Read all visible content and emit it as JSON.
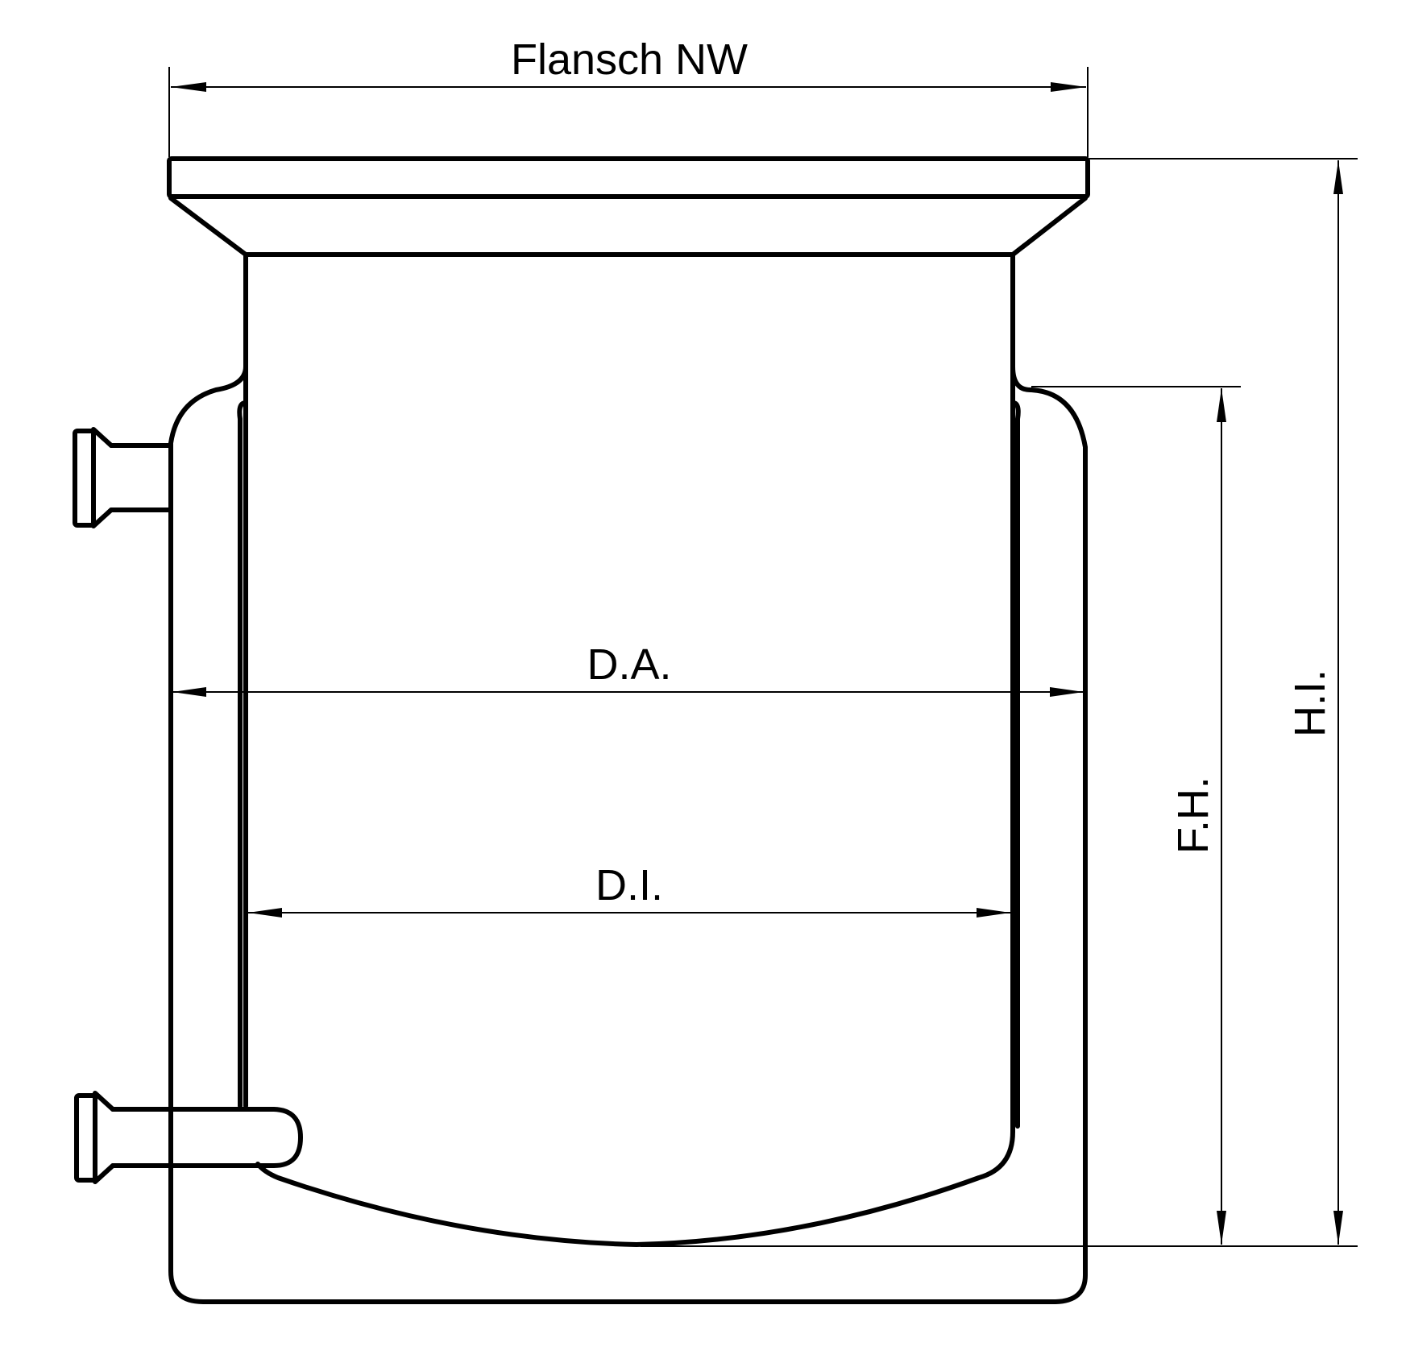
{
  "labels": {
    "flange_nw": "Flansch NW",
    "outer_diameter": "D.A.",
    "inner_diameter": "D.I.",
    "fill_height": "F.H.",
    "inner_height": "H.I."
  },
  "colors": {
    "line": "#000000",
    "background": "#ffffff"
  }
}
